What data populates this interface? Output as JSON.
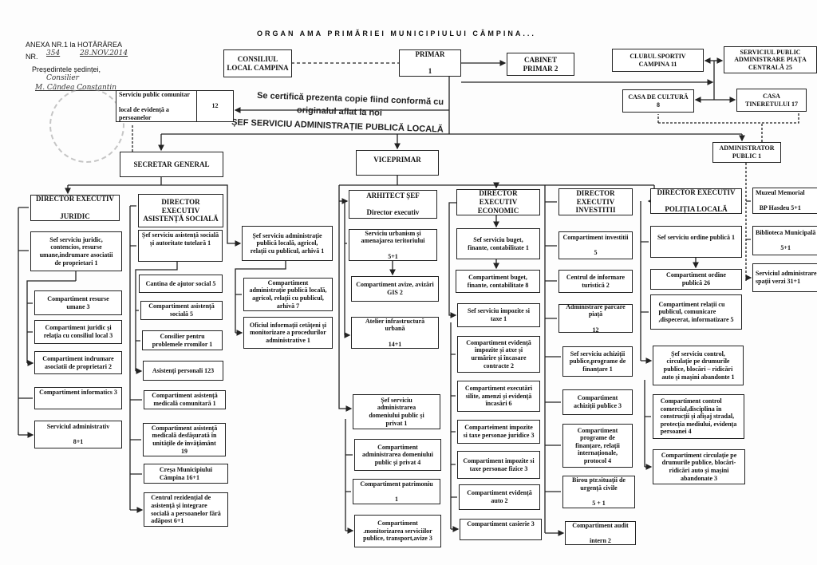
{
  "header": {
    "annex": "ANEXA NR.1 la HOTĂRÂREA",
    "nr_label": "NR.",
    "nr_value": "354",
    "date": "28.NOV.2014",
    "president_label": "Președintele ședinței,",
    "signature_role": "Consilier",
    "signature_name": "M. Căndea Constantin",
    "title": "ORGAN  AMA   PRIMĂRIEI   MUNICIPIULUI   CÂMPINA..."
  },
  "certification": {
    "line1": "Se certifică prezenta copie fiind conformă cu",
    "line2": "originalul aflat la noi",
    "line3": "ȘEF SERVICIU ADMINISTRAȚIE PUBLICĂ LOCALĂ"
  },
  "nodes": {
    "consiliul": "CONSILIUL\nLOCAL CAMPINA",
    "primar": "PRIMAR\n\n1",
    "cabinet": "CABINET\nPRIMAR 2",
    "clubul": "CLUBUL SPORTIV\nCAMPINA 11",
    "piata": "SERVICIUL PUBLIC\nADMINISTRARE PIAȚA\nCENTRALĂ    25",
    "cultura": "CASA DE CULTURĂ\n8",
    "tineret": "CASA\nTINERETULUI 17",
    "spclep": "Serviciu public comunitar\n\nlocal de evidență a persoanelor",
    "spclep_count": "12",
    "secretar": "SECRETAR GENERAL",
    "viceprimar": "VICEPRIMAR",
    "administrator": "ADMINISTRATOR\nPUBLIC 1",
    "dir_juridic": "DIRECTOR  EXECUTIV\n\nJURIDIC",
    "sef_juridic": "Sef serviciu juridic,\ncontencios, resurse\numane,indrumare asociatii\nde proprietari    1",
    "comp_resurse": "Compartiment resurse\numane      3",
    "comp_juridic": "Compartiment juridic și\nrelația cu consiliul local  3",
    "comp_indrumare": "Compartiment indrumare\nasociatii de proprietari   2",
    "comp_informatics": "Compartiment informatics 3",
    "serv_administrativ": "Serviciul  administrativ\n\n8+1",
    "dir_asistenta": "DIRECTOR\nEXECUTIV\nASISTENȚĂ SOCIALĂ",
    "sef_asistenta": "Șef serviciu asistență socială\nși autoritate tutelară   1",
    "cantina": "Cantina de ajutor social 5",
    "comp_asistenta": "Compartiment asistență\nsocială  5",
    "consilier_rromi": "Consilier pentru\nproblemele rromilor  1",
    "asistenti_personali": "Asistenți  personali     123",
    "comp_medicala_com": "Compartiment asistență\nmedicală comunitară  1",
    "comp_medicala_inv": "Compartiment asistență\nmedicală desfășurată în\nunitățile de învățământ\n19",
    "cresa": "Creșa              Municipiului\nCâmpina                      16+1",
    "centru_rezidential": "Centrul    rezidențial    de\nasistență    și    integrare\nsocială  a  persoanelor  fără\nadăpost              6+1",
    "sef_admin_publica": "Șef serviciu administrație\npublică locală, agricol,\nrelații cu publicul, arhivă  1",
    "comp_admin_publica": "Compartiment\nadministrație publică locală,\nagricol, relații cu publicul,\narhivă                   7",
    "oficiul_info": "Oficiul informații cetățeni și\nmonitorizare a procedurilor\nadministrative       1",
    "arhitect": "ARHITECT  ȘEF\n\nDirector executiv",
    "urbanism": "Serviciu urbanism și\namenajarea  teritoriului\n\n5+1",
    "avize": "Compartiment avize, avizări\nGIS   2",
    "atelier": "Atelier infrastructură\nurbană\n\n14+1",
    "sef_domeniu": "Șef serviciu\nadministrarea\ndomeniului public și\nprivat    1",
    "comp_domeniu": "Compartiment\nadministrarea domeniului\npublic și privat    4",
    "patrimoniu": "Compartiment patrimoniu\n\n1",
    "monitorizare": "Compartiment\n.monitorizarea serviciilor\npublice, transport,avize   3",
    "dir_economic": "DIRECTOR\nEXECUTIV\nECONOMIC",
    "sef_buget": "Sef serviciu buget,\nfinante, contabilitate   1",
    "comp_buget": "Compartiment buget,\nfinante, contabilitate    8",
    "sef_impozite": "Sef serviciu impozite si\ntaxe 1",
    "comp_evidenta_impozite": "Compartiment evidență\nimpozite și atxe și\nurmărire și încasare\ncontracte 2",
    "executari": "Compartiment executări\nsilite, amenzi și evidență\nîncasări   6",
    "impozite_juridice": "Comparteiment impozite\nsi taxe personae juridice 3",
    "impozite_fizice": "Compartiment impozite si\ntaxe personae fizice   3",
    "evidenta_auto": "Compartiment evidență\nauto   2",
    "casierie": "Compartiment casierie 3",
    "dir_investitii": "DIRECTOR\nEXECUTIV\nINVESTITII",
    "comp_investitii": "Compartiment investitii\n\n5",
    "turistica": "Centrul de informare\nturistică   2",
    "parcare": "Administrare parcare\npiață\n\n12",
    "sef_achizitii": "Sef serviciu achiziții\npublice,programe de\nfinanțare   1",
    "comp_achizitii": "Compartiment\nachiziții  publice   3",
    "programe": "Compartiment\nprograme de\nfinanțare, relații\ninternaționale,\nprotocol   4",
    "urgenta": "Birou ptr.situații de\nurgență civile\n\n5 + 1",
    "audit": "Compartiment audit\n\nintern   2",
    "dir_politia": "DIRECTOR EXECUTIV\n\nPOLIȚIA  LOCALĂ",
    "sef_ordine": "Sef serviciu ordine publică 1\n\n",
    "comp_ordine": "Compartiment ordine\npublică           26",
    "relatii_publicul": "Compartiment       relații  cu\npublicul,              comunicare\n,dispecerat, informatizare   5",
    "sef_control": "Șef serviciu control,\ncirculație pe drumurile\npublice, blocări – ridicări\nauto și mașini  abandonte 1",
    "control_comercial": "Compartiment                control\ncomercial,disciplina           în\nconstrucții  și  afișaj  stradal,\nprotecția  mediului,  evidența\npersoanei        4",
    "circulatie": "Compartiment  circulație pe\ndrumurile publice, blocări-\nridicări auto și mașini\nabandonate   3",
    "muzeu": "Muzeul Memorial\n\nBP  Hasdeu      5+1",
    "biblioteca": "Biblioteca Municipală\n\n5+1",
    "spatii_verzi": "Serviciul     administrare\nspații verzi       31+1"
  }
}
